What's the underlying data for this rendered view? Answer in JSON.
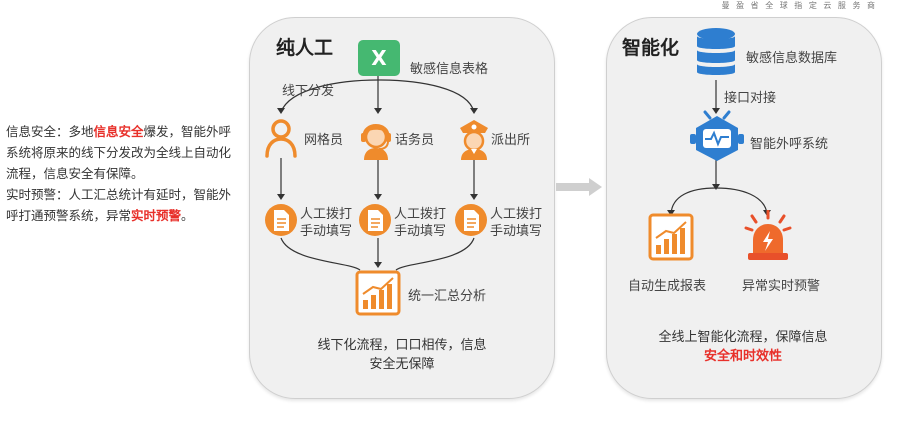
{
  "watermark": "曼 盈 省 全 球 指 定 云 服 务 商",
  "left_text": {
    "p1_a": "信息安全：多地",
    "p1_hl": "信息安全",
    "p1_b": "爆发，智能外呼系统将原来的线下分发改为全线上自动化流程，信息安全有保障。",
    "p2_a": "实时预警：人工汇总统计有延时，智能外呼打通预警系统，异常",
    "p2_hl": "实时预警",
    "p2_b": "。"
  },
  "manual_panel": {
    "title": "纯人工",
    "spreadsheet_label": "敏感信息表格",
    "spreadsheet_glyph": "X",
    "distribute_label": "线下分发",
    "roles": [
      "网格员",
      "话务员",
      "派出所"
    ],
    "task_line1": "人工拨打",
    "task_line2": "手动填写",
    "summary_label": "统一汇总分析",
    "footer_line1": "线下化流程，口口相传，信息",
    "footer_line2": "安全无保障"
  },
  "smart_panel": {
    "title": "智能化",
    "db_label": "敏感信息数据库",
    "interface_label": "接口对接",
    "system_label": "智能外呼系统",
    "report_label": "自动生成报表",
    "alarm_label": "异常实时预警",
    "footer_line1": "全线上智能化流程，保障信息",
    "footer_line2": "安全和时效性"
  },
  "colors": {
    "orange": "#ef8b2c",
    "green": "#45b871",
    "blue": "#2e7ed0",
    "red": "#e8302a",
    "panel_bg": "#f0f0f0"
  },
  "icons": [
    "excel-icon",
    "person-icon",
    "headset-icon",
    "police-icon",
    "document-icon",
    "chart-icon",
    "database-icon",
    "robot-icon",
    "report-icon",
    "alarm-icon",
    "arrow-right-icon"
  ]
}
